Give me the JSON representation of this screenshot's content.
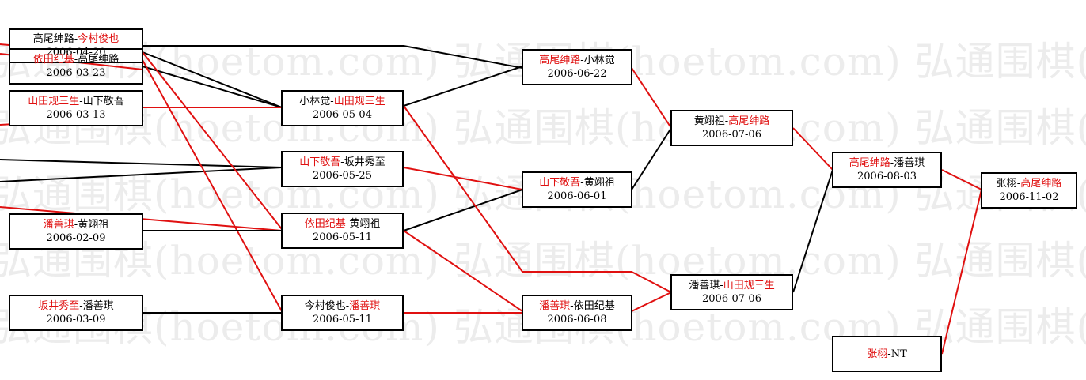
{
  "watermark": {
    "text": "弘通围棋(hoetom.com) 弘通围棋(hoetom.com) 弘通围棋(hoetom.com) 弘"
  },
  "colors": {
    "winner": "#e01010",
    "loser": "#000000",
    "line_red": "#e01010",
    "line_black": "#000000"
  },
  "matches": [
    {
      "id": "m1",
      "p1": "高尾绅路",
      "p2": "今村俊也",
      "winner": 2,
      "date": "2006-04-20"
    },
    {
      "id": "m2",
      "p1": "依田纪基",
      "p2": "高尾绅路",
      "winner": 1,
      "date": "2006-03-23"
    },
    {
      "id": "m3",
      "p1": "山田规三生",
      "p2": "山下敬吾",
      "winner": 1,
      "date": "2006-03-13"
    },
    {
      "id": "m4",
      "p1": "潘善琪",
      "p2": "黄翊祖",
      "winner": 1,
      "date": "2006-02-09"
    },
    {
      "id": "m5",
      "p1": "坂井秀至",
      "p2": "潘善琪",
      "winner": 1,
      "date": "2006-03-09"
    },
    {
      "id": "m6",
      "p1": "小林觉",
      "p2": "山田规三生",
      "winner": 2,
      "date": "2006-05-04"
    },
    {
      "id": "m7",
      "p1": "山下敬吾",
      "p2": "坂井秀至",
      "winner": 1,
      "date": "2006-05-25"
    },
    {
      "id": "m8",
      "p1": "依田纪基",
      "p2": "黄翊祖",
      "winner": 1,
      "date": "2006-05-11"
    },
    {
      "id": "m9",
      "p1": "今村俊也",
      "p2": "潘善琪",
      "winner": 2,
      "date": "2006-05-11"
    },
    {
      "id": "m10",
      "p1": "高尾绅路",
      "p2": "小林觉",
      "winner": 1,
      "date": "2006-06-22"
    },
    {
      "id": "m11",
      "p1": "山下敬吾",
      "p2": "黄翊祖",
      "winner": 1,
      "date": "2006-06-01"
    },
    {
      "id": "m12",
      "p1": "潘善琪",
      "p2": "依田纪基",
      "winner": 1,
      "date": "2006-06-08"
    },
    {
      "id": "m13",
      "p1": "黄翊祖",
      "p2": "高尾绅路",
      "winner": 2,
      "date": "2006-07-06"
    },
    {
      "id": "m14",
      "p1": "潘善琪",
      "p2": "山田规三生",
      "winner": 2,
      "date": "2006-07-06"
    },
    {
      "id": "m15",
      "p1": "高尾绅路",
      "p2": "潘善琪",
      "winner": 1,
      "date": "2006-08-03"
    },
    {
      "id": "m16",
      "p1": "张栩",
      "p2": "NT",
      "winner": 1,
      "date": ""
    },
    {
      "id": "m17",
      "p1": "张栩",
      "p2": "高尾绅路",
      "winner": 2,
      "date": "2006-11-02"
    }
  ],
  "connections": [
    {
      "from": "m6",
      "to": "m10",
      "color": "black"
    },
    {
      "from": "m11",
      "to": "m13",
      "color": "black"
    },
    {
      "from": "m8",
      "to": "m11",
      "color": "black"
    },
    {
      "from": "m14",
      "to": "m15",
      "color": "black"
    },
    {
      "from": "m9",
      "to": "m12",
      "color": "red"
    },
    {
      "from": "m7",
      "to": "m11",
      "color": "red"
    },
    {
      "from": "m8",
      "to": "m12",
      "color": "red"
    },
    {
      "from": "m10",
      "to": "m13",
      "color": "red"
    },
    {
      "from": "m12",
      "to": "m14",
      "color": "red"
    },
    {
      "from": "m13",
      "to": "m15",
      "color": "red"
    },
    {
      "from": "m15",
      "to": "m17",
      "color": "red"
    },
    {
      "from": "m16",
      "to": "m17",
      "color": "red"
    }
  ]
}
